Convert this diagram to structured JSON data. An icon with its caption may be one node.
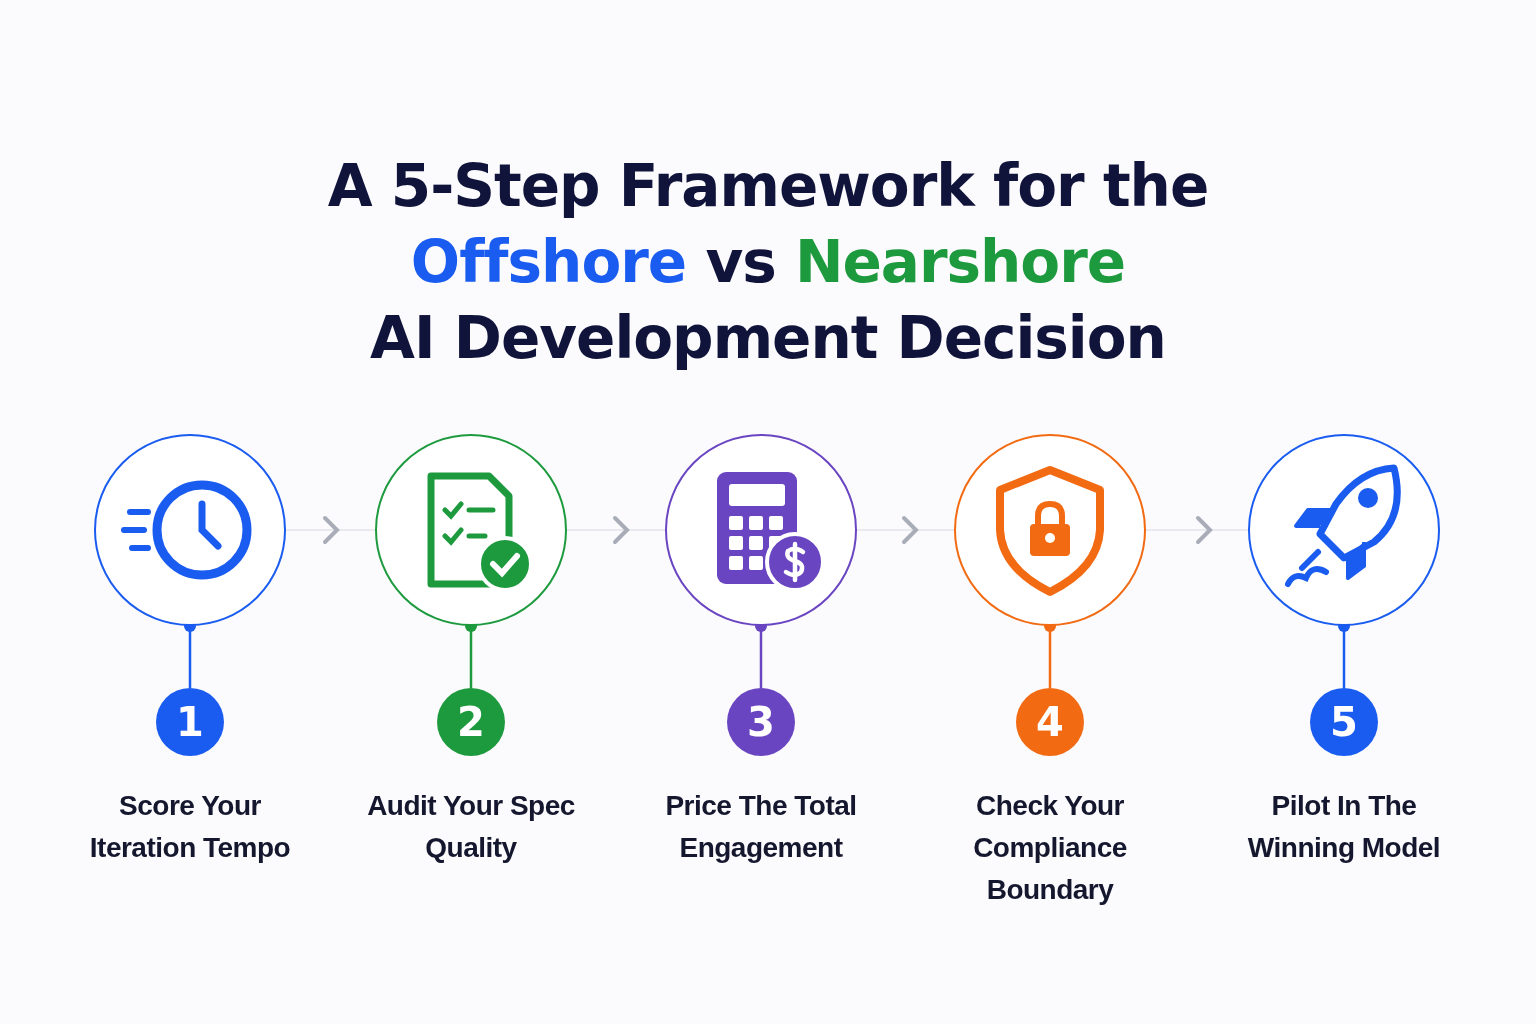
{
  "diagram": {
    "title": "A 5-Step Framework for the Offshore vs Nearshore AI Development Decision",
    "nodes": [
      {
        "text": [],
        "shape": "circle"
      },
      {
        "text": [
          "1"
        ],
        "beside": [
          "Score Your Iteration Tempo"
        ]
      },
      {
        "text": [],
        "shape": "circle"
      },
      {
        "text": [
          "2"
        ],
        "beside": [
          "Audit Your Spec Quality"
        ]
      },
      {
        "text": [],
        "shape": "circle"
      },
      {
        "text": [
          "3"
        ],
        "beside": [
          "Price The Total Engagement"
        ]
      },
      {
        "text": [],
        "shape": "circle"
      },
      {
        "text": [
          "4"
        ],
        "beside": [
          "Check Your Compliance Boundary"
        ]
      },
      {
        "text": [],
        "shape": "circle"
      },
      {
        "text": [
          "5"
        ],
        "beside": [
          "Pilot In The Winning Model"
        ]
      }
    ],
    "edges": [
      {
        "from": 0,
        "to": 2,
        "arrow": "to"
      },
      {
        "from": 2,
        "to": 4,
        "arrow": "to"
      },
      {
        "from": 4,
        "to": 6,
        "arrow": "to"
      },
      {
        "from": 6,
        "to": 8,
        "arrow": "to"
      },
      {
        "from": 0,
        "to": 1,
        "arrow": "other",
        "color": "#1a5cf0"
      },
      {
        "from": 2,
        "to": 3,
        "arrow": "other",
        "color": "#1e9a3e"
      },
      {
        "from": 4,
        "to": 5,
        "arrow": "other",
        "color": "#6a45c2"
      },
      {
        "from": 6,
        "to": 7,
        "arrow": "other",
        "color": "#f26a12"
      },
      {
        "from": 8,
        "to": 9,
        "arrow": "other",
        "color": "#1a5cf0"
      }
    ]
  }
}
